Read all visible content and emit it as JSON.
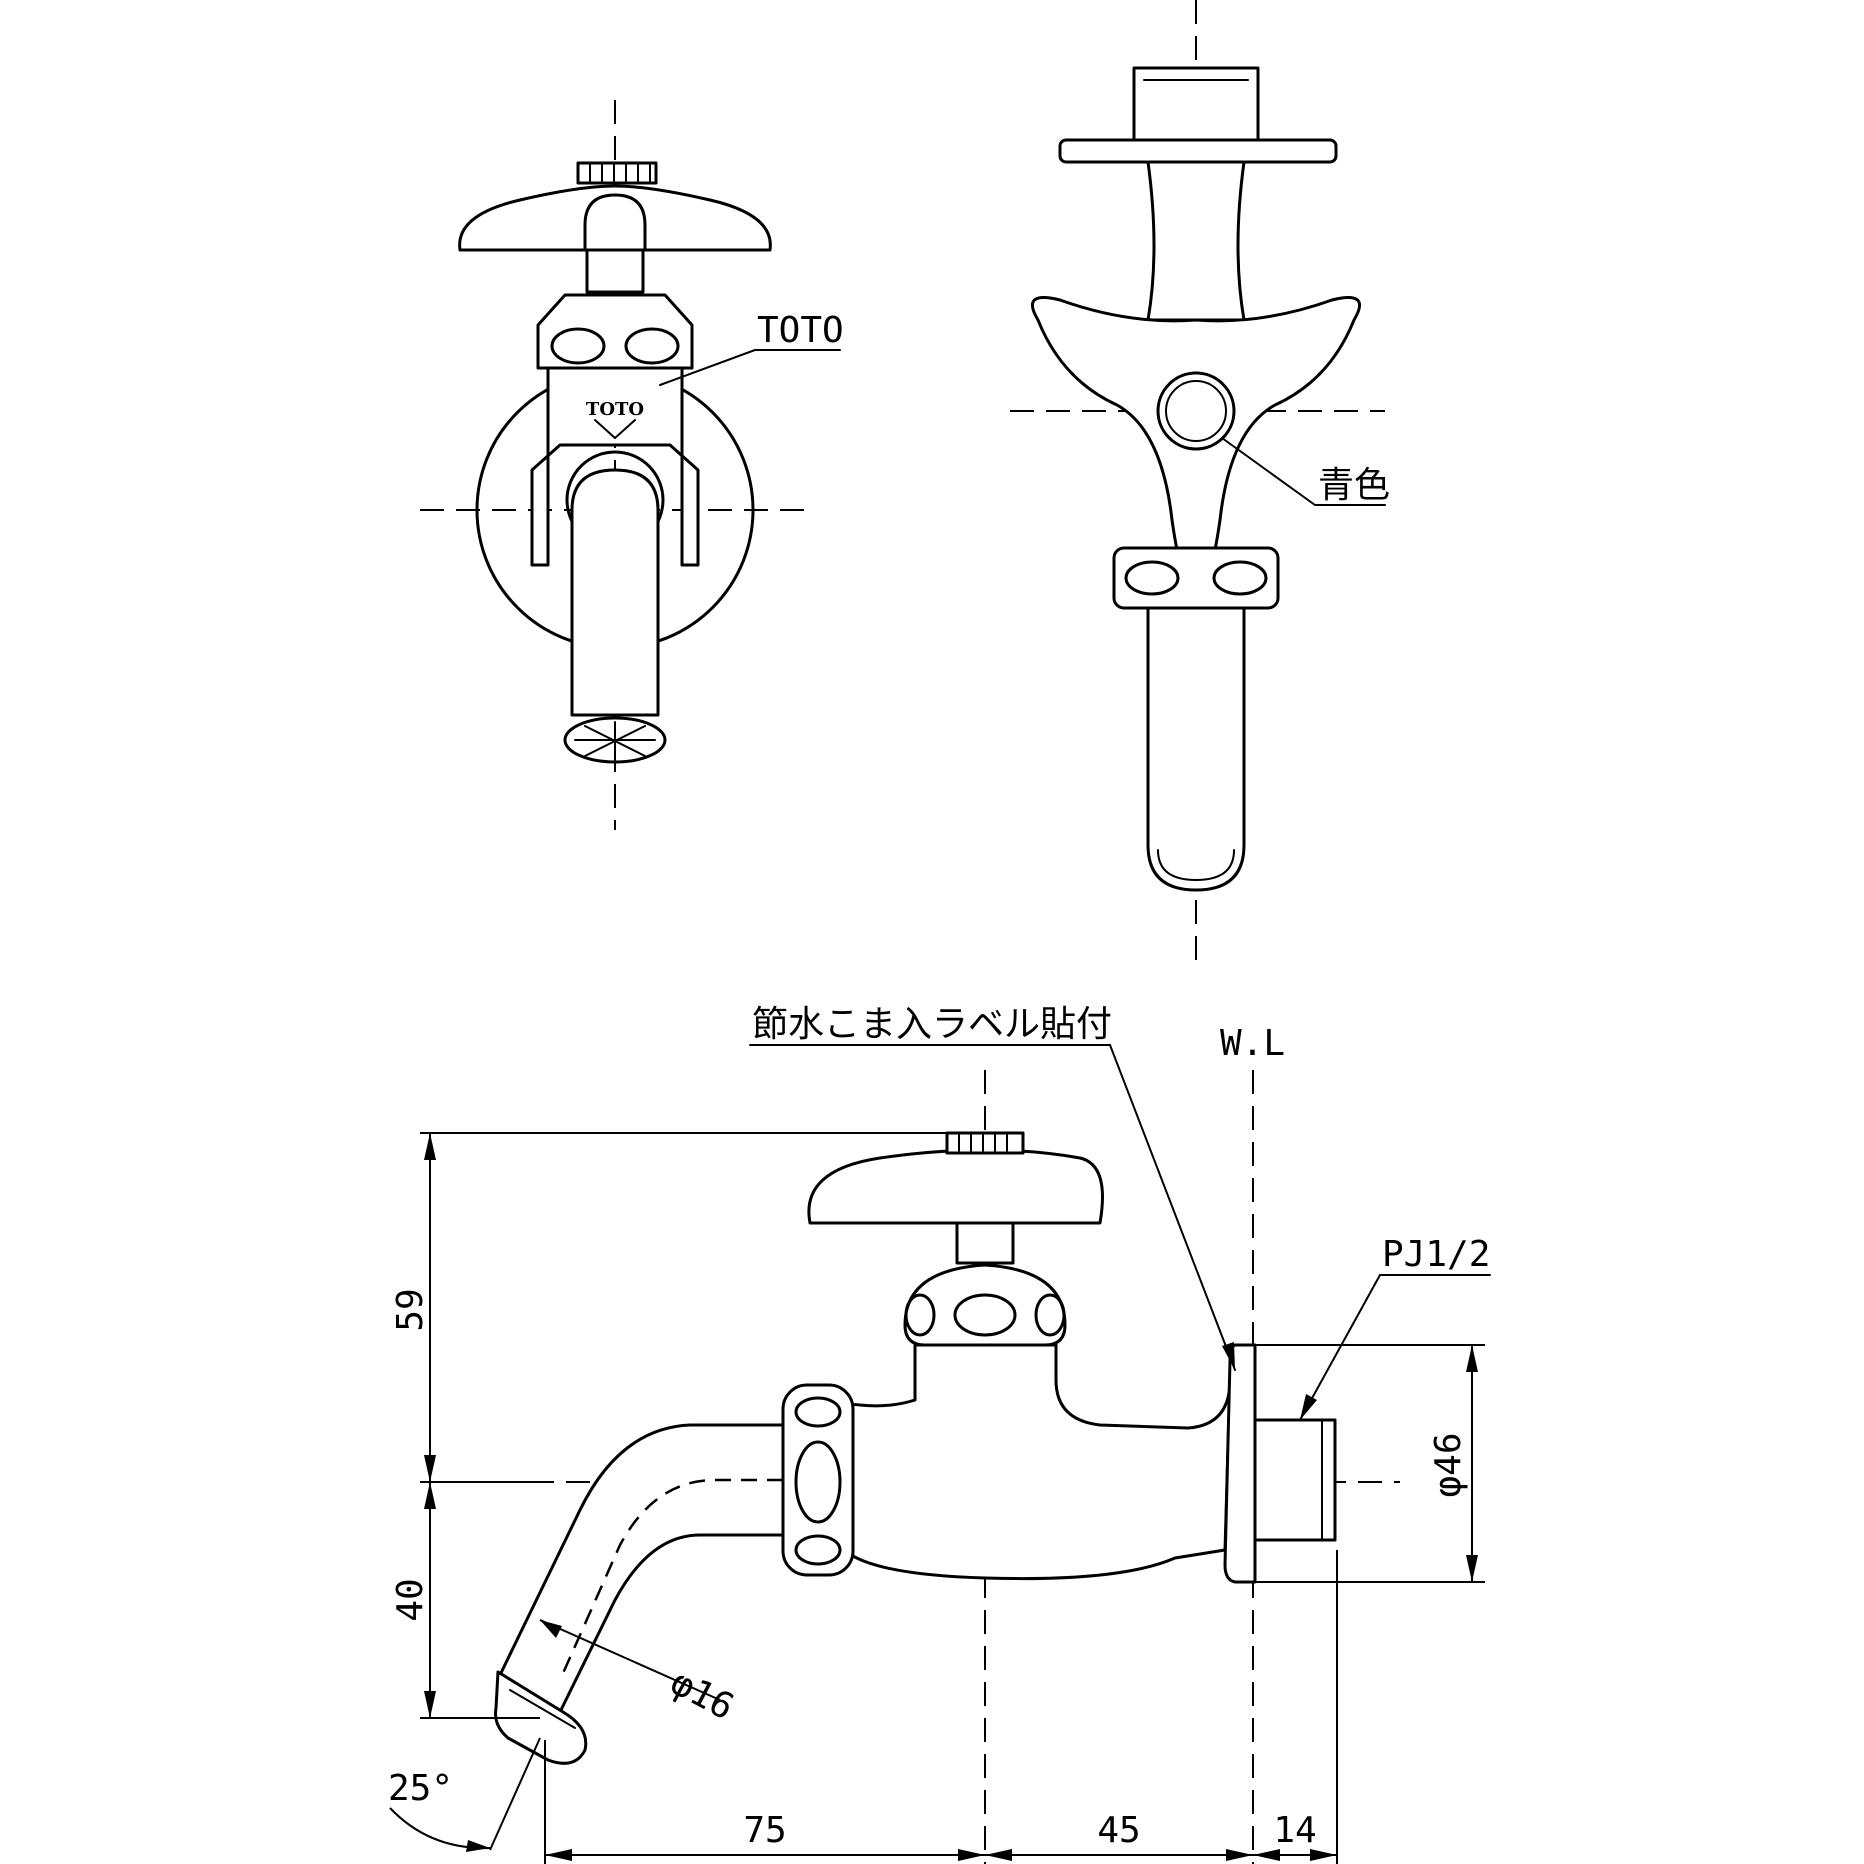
{
  "labels": {
    "brand_callout": "TOTO",
    "logo_text": "TOTO",
    "color_callout": "青色",
    "label_note": "節水こま入ラベル貼付",
    "wall_line": "W.L",
    "thread": "PJ1/2",
    "pipe_diameter": "φ16",
    "flange_diameter": "φ46",
    "angle": "25°"
  },
  "dimensions": {
    "height_above": "59",
    "height_below": "40",
    "width_spout": "75",
    "width_body": "45",
    "width_flange": "14"
  }
}
